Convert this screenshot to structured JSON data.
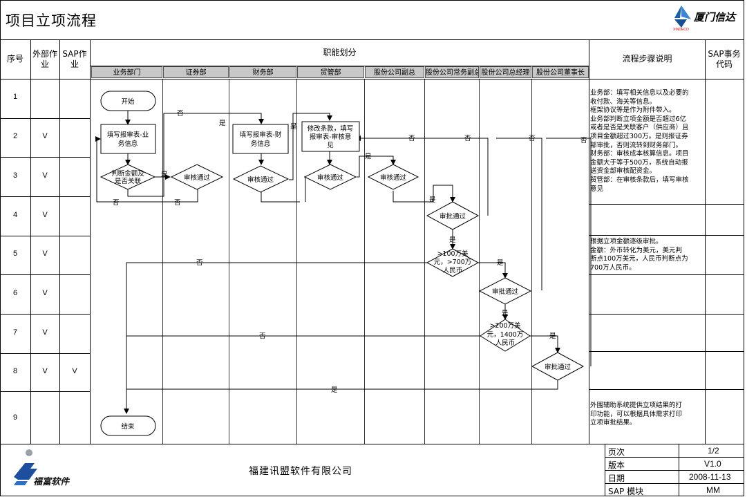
{
  "title": "项目立项流程",
  "logo_text": "厦门信达",
  "logo_sub": "XINDECO",
  "headers": {
    "seq": "序号",
    "external": "外部作业",
    "sap_op": "SAP作业",
    "functions": "职能划分",
    "steps": "流程步骤说明",
    "sap_code": "SAP事务代码"
  },
  "departments": [
    "业务部门",
    "证券部",
    "财务部",
    "贸管部",
    "股份公司副总",
    "股份公司常务副总",
    "股份公司总经理",
    "股份公司董事长"
  ],
  "rows": [
    {
      "num": "1",
      "ext": "",
      "sap": ""
    },
    {
      "num": "2",
      "ext": "V",
      "sap": ""
    },
    {
      "num": "3",
      "ext": "V",
      "sap": ""
    },
    {
      "num": "4",
      "ext": "V",
      "sap": ""
    },
    {
      "num": "5",
      "ext": "V",
      "sap": ""
    },
    {
      "num": "6",
      "ext": "V",
      "sap": ""
    },
    {
      "num": "7",
      "ext": "V",
      "sap": ""
    },
    {
      "num": "8",
      "ext": "V",
      "sap": "V"
    },
    {
      "num": "9",
      "ext": "",
      "sap": ""
    }
  ],
  "nodes": {
    "start": "开始",
    "fill_business": [
      "填写报审表-业",
      "务信息"
    ],
    "judge_amount": [
      "判断金额及",
      "是否关联"
    ],
    "review_sec": "审核通过",
    "fill_finance": [
      "填写报审表-财",
      "务信息"
    ],
    "review_fin": "审核通过",
    "modify": [
      "修改条款，填写",
      "报审表-审核意",
      "见"
    ],
    "review_trade": "审核通过",
    "review_vp": "审核通过",
    "approve_evp": "审批通过",
    "threshold1": [
      ">100万美",
      "元，>700万",
      "人民币"
    ],
    "approve_gm": "审批通过",
    "threshold2": [
      ">200万美",
      "元，1400万",
      "人民币"
    ],
    "approve_chair": "审批通过",
    "end": "结束"
  },
  "labels": {
    "yes": "是",
    "no": "否"
  },
  "descriptions": {
    "block1": [
      "业务部：填写相关信息以及必要的",
      "收付款、海关等信息。",
      "框架协议等是作为附件带入。",
      "业务部判断立项金额是否超过6亿",
      "或者是否是关联客户（供应商）且",
      "项目金额超过300万。是则报证券",
      "部审批，否则流转到财务部门。",
      "财务部：审核成本核算信息。项目",
      "金额大于等于500万，系统自动报",
      "送资金部审核配资金。",
      "贸管部：在审核条款后，填写审核",
      "意见"
    ],
    "block2": [
      "根据立项金额逐级审批。",
      "金额：外币转化为美元，美元判",
      "断点100万美元，人民币判断点为",
      "700万人民币。"
    ],
    "block3": [
      "外围辅助系统提供立项结果的打",
      "印功能，可以根据具体需求打印",
      "立项审批结果。"
    ]
  },
  "footer": {
    "company": "福建讯盟软件有限公司",
    "brand": "福富软件",
    "page_label": "页次",
    "page_value": "1/2",
    "version_label": "版本",
    "version_value": "V1.0",
    "date_label": "日期",
    "date_value": "2008-11-13",
    "module_label": "SAP 模块",
    "module_value": "MM"
  }
}
